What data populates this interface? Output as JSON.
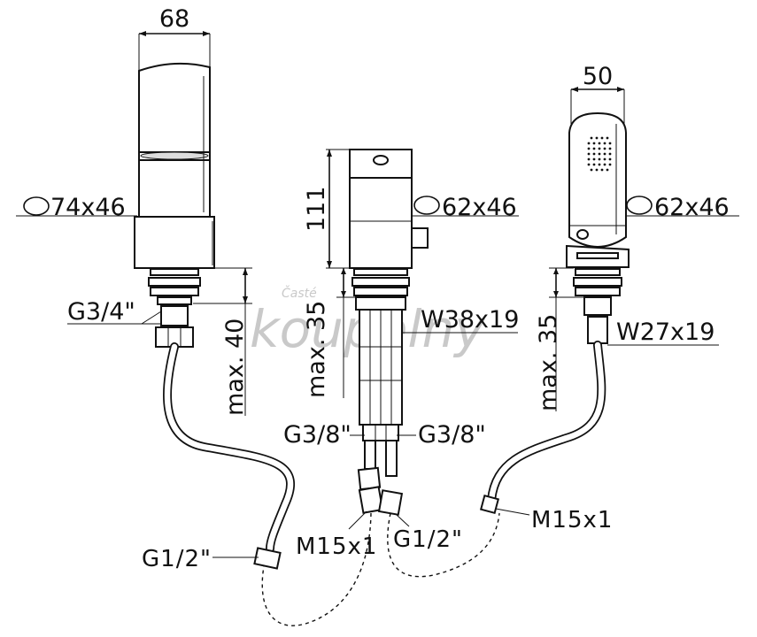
{
  "dimensions": {
    "width_spout": "68",
    "width_shower": "50",
    "height_mixer": "111"
  },
  "escutcheons": {
    "spout": "74x46",
    "mixer": "62x46",
    "shower": "62x46"
  },
  "threads": {
    "spout_inlet": "G3/4\"",
    "left_inlet": "G3/8\"",
    "right_inlet": "G3/8\"",
    "hose_end": "G1/2\"",
    "mixer_outlet": "G1/2\"",
    "mixer_m15": "M15x1",
    "shower_m15": "M15x1"
  },
  "wrench_sizes": {
    "mixer": "W38x19",
    "shower": "W27x19"
  },
  "max_thickness": {
    "spout": "max. 40",
    "mixer": "max. 35",
    "shower": "max. 35"
  },
  "watermark": {
    "brand": "koupelny",
    "small": "Časté"
  }
}
